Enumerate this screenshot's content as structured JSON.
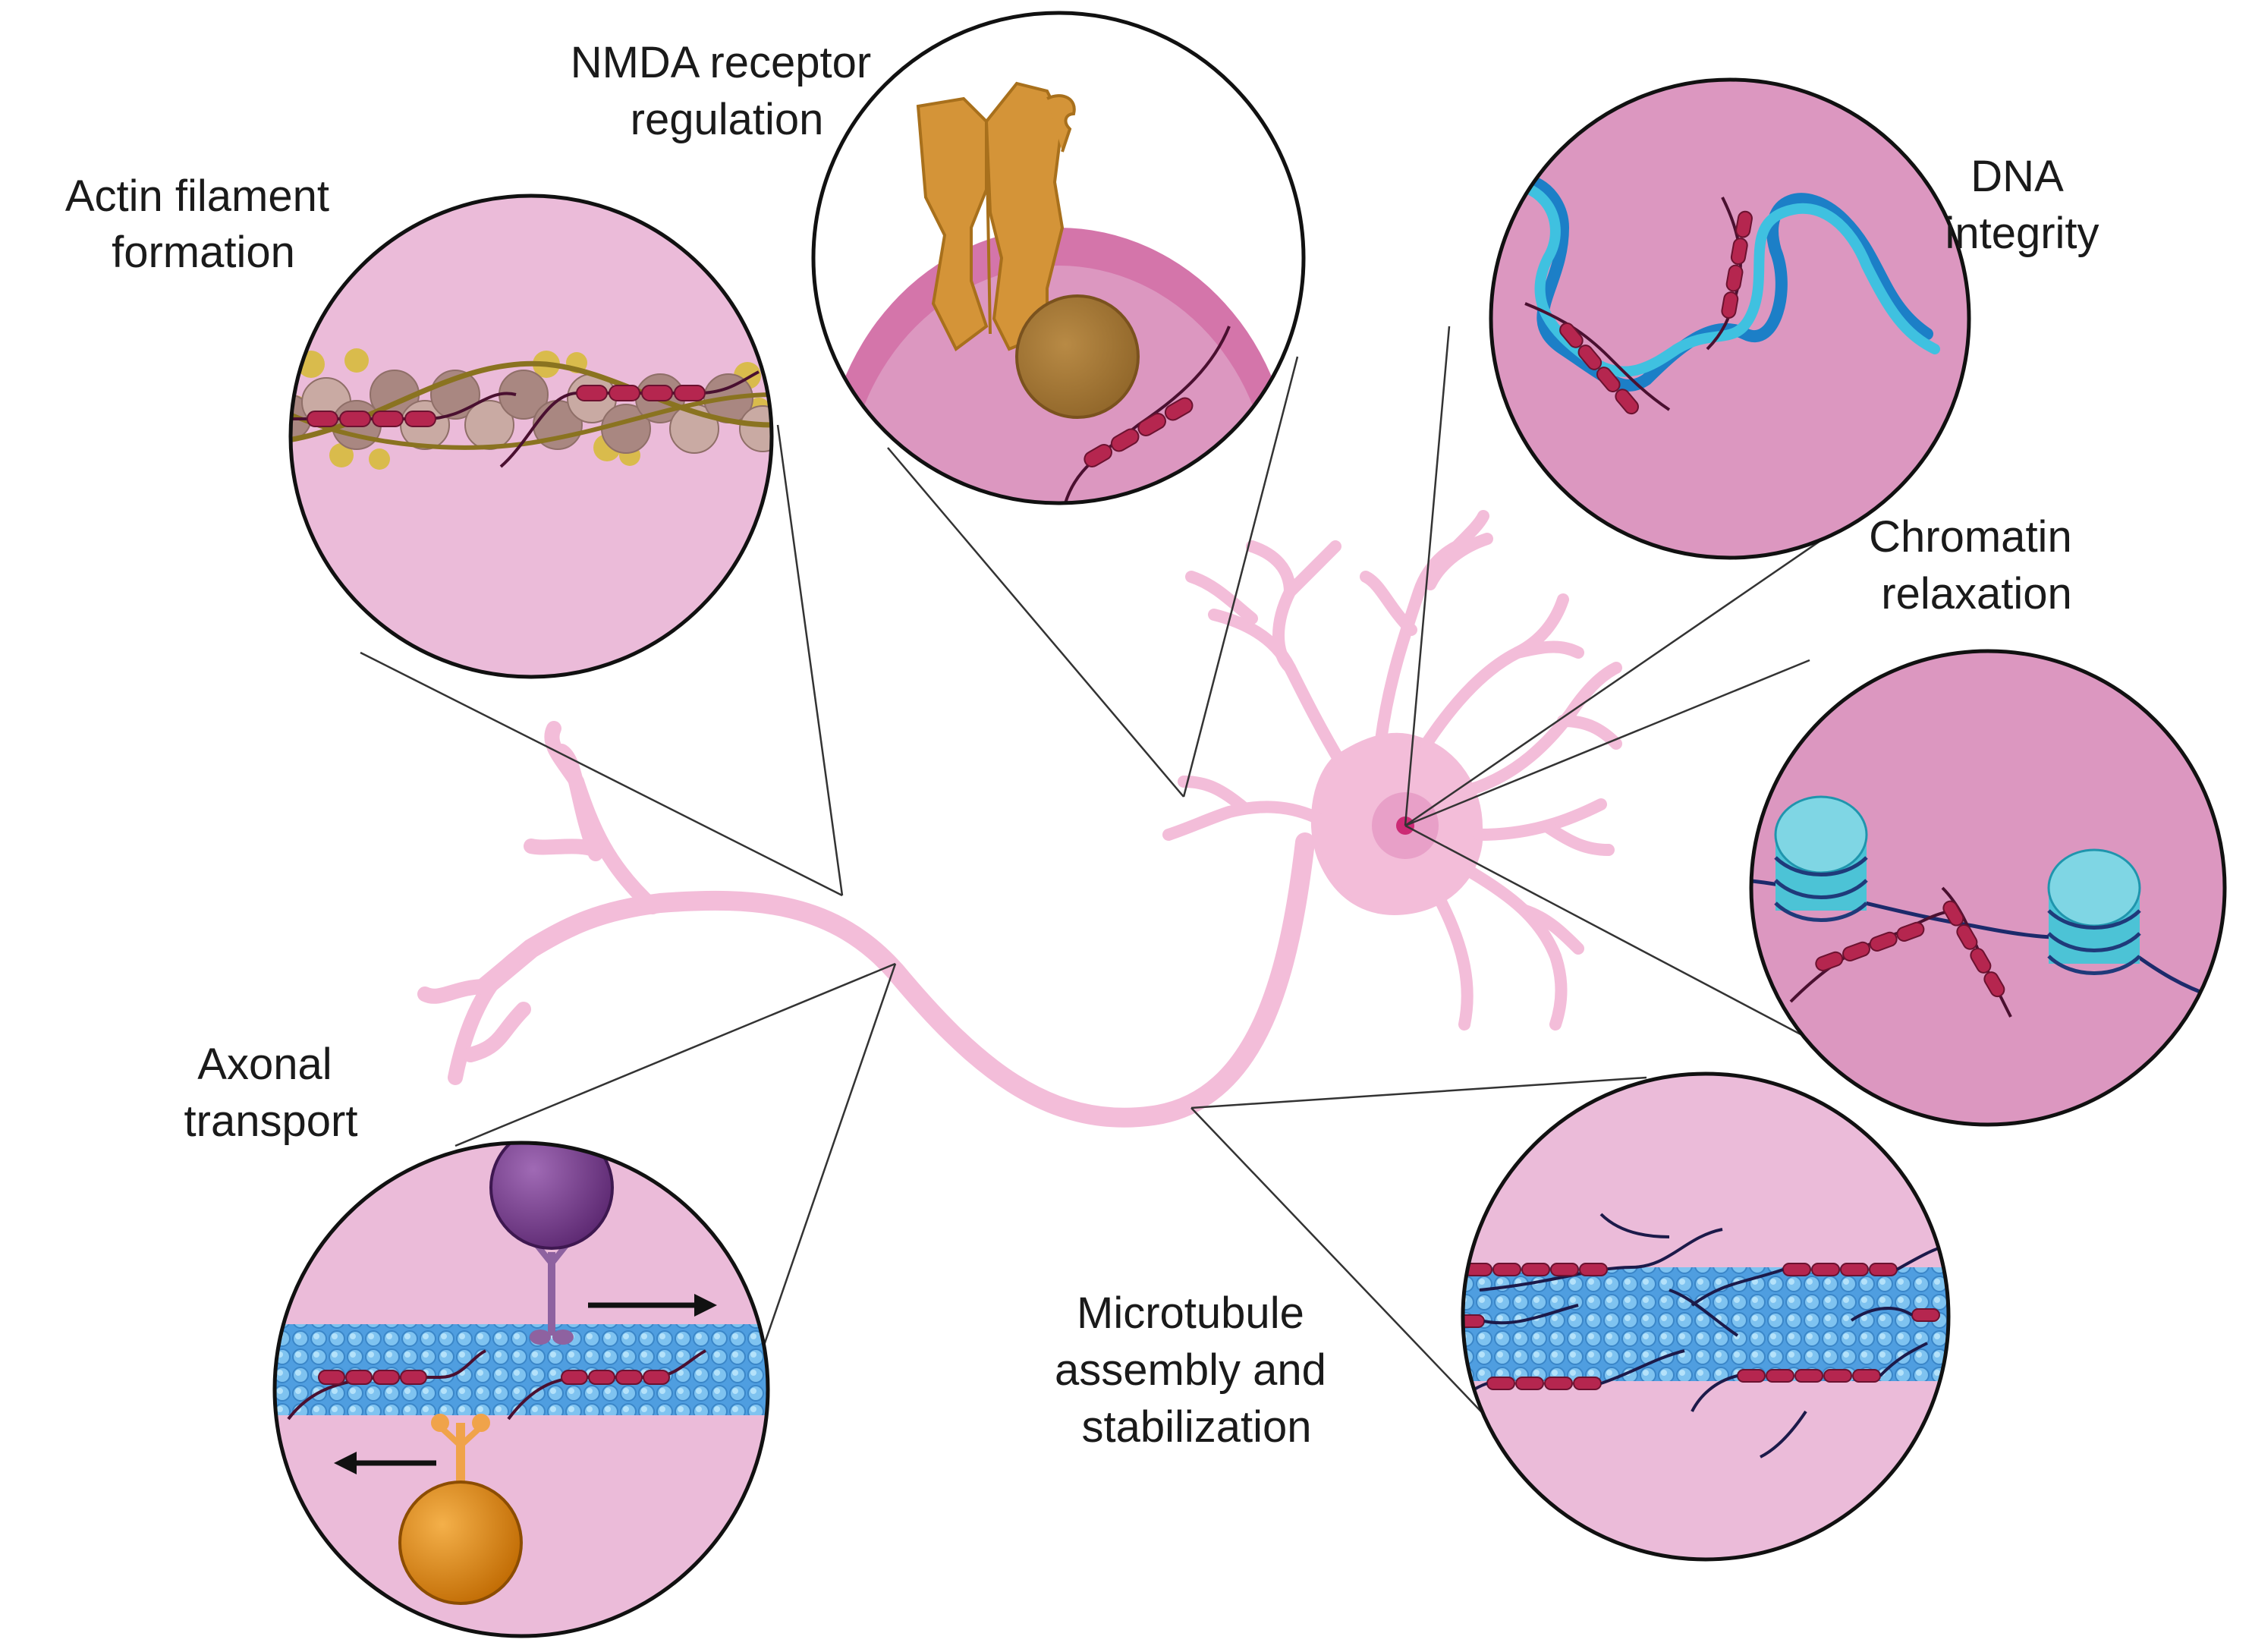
{
  "labels": {
    "actin": [
      "Actin filament",
      "formation"
    ],
    "nmda": [
      "NMDA receptor",
      "regulation"
    ],
    "dna": [
      "DNA",
      "integrity"
    ],
    "chromatin": [
      "Chromatin",
      "relaxation"
    ],
    "axonal": [
      "Axonal",
      "transport"
    ],
    "microtubule": [
      "Microtubule",
      "assembly and",
      "stabilization"
    ]
  },
  "colors": {
    "neuron": "#f3bdd9",
    "neuron_outline": "#e59cc4",
    "circle_light": "#ebbbd9",
    "circle_dark": "#dc97c0",
    "tau": "#b5264f",
    "tau_strand": "#4a1030",
    "actin_bead": "#a98781",
    "actin_bead_light": "#c9aaa3",
    "actin_gold": "#d9bb4c",
    "actin_strand": "#8a7320",
    "receptor": "#d49438",
    "receptor_dark": "#a8701c",
    "dna_dark": "#1c7fc7",
    "dna_light": "#3fc1e0",
    "nucleosome": "#4cc3d6",
    "nucleosome_dark": "#1f95ad",
    "microtubule": "#4f9ee0",
    "microtubule_light": "#8fd0f5",
    "dynein": "#7b3f91",
    "kinesin": "#e08a14"
  }
}
